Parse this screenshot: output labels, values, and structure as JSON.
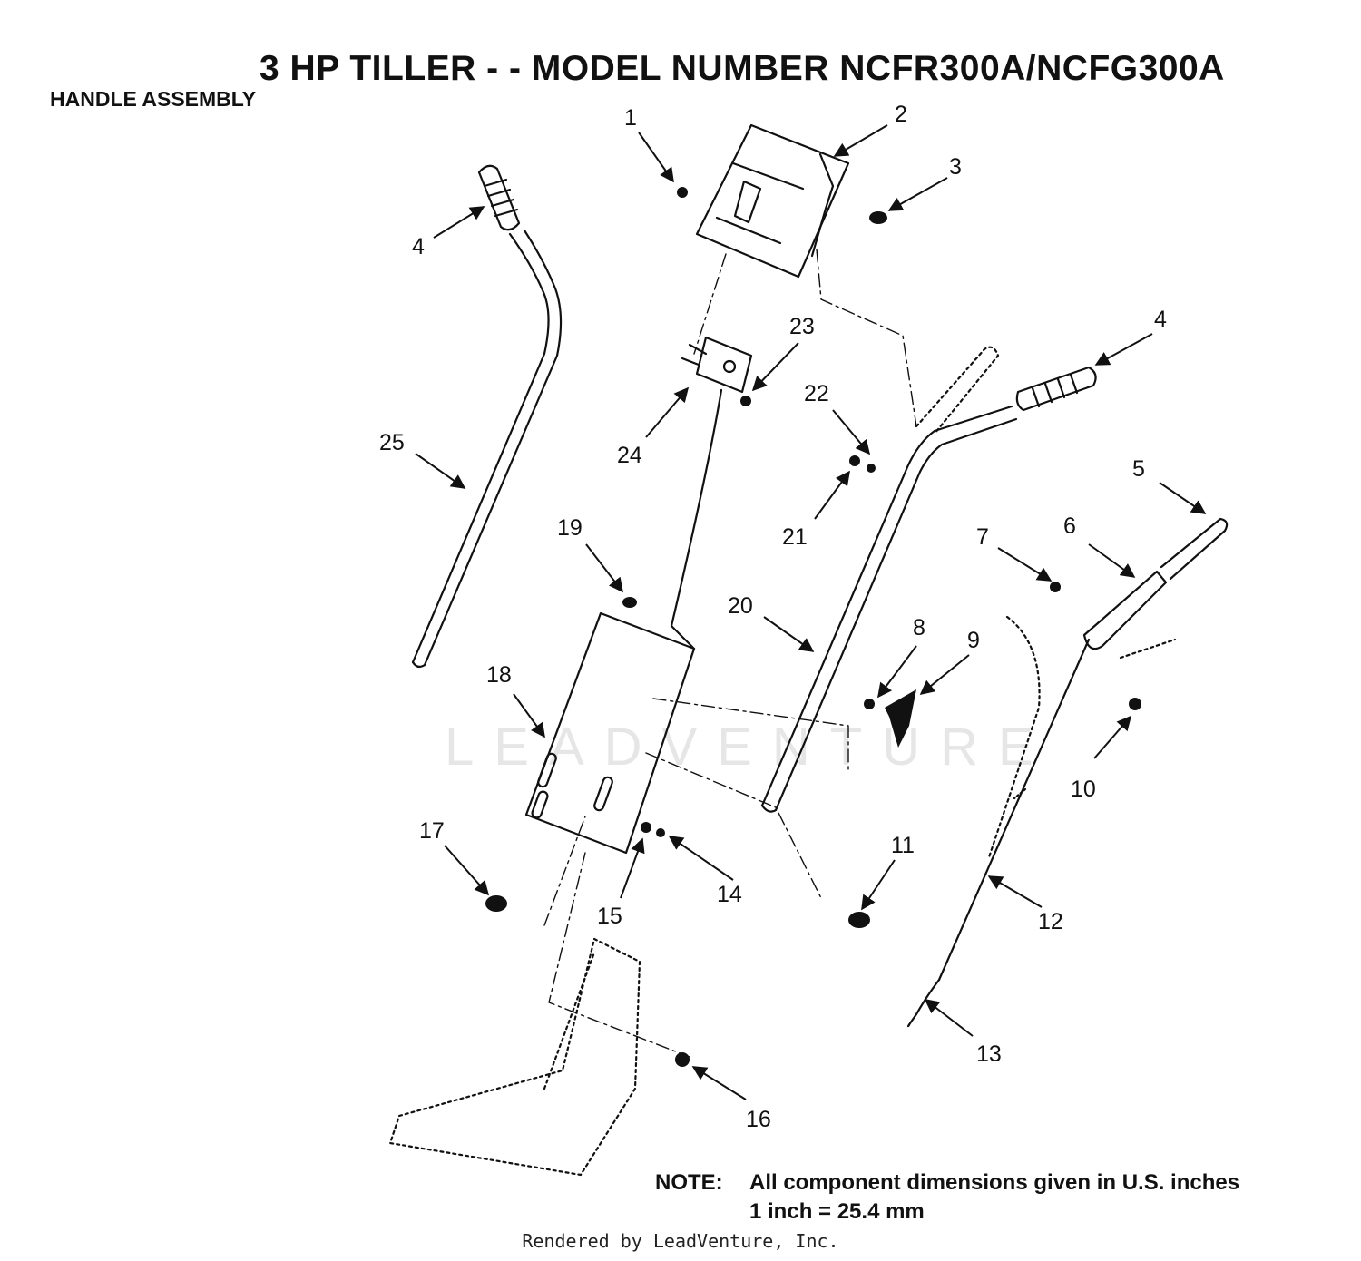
{
  "header": {
    "title": "3 HP TILLER - - MODEL NUMBER NCFR300A/NCFG300A",
    "subtitle": "HANDLE ASSEMBLY"
  },
  "callouts": [
    "1",
    "2",
    "3",
    "4",
    "4",
    "5",
    "6",
    "7",
    "8",
    "9",
    "10",
    "11",
    "12",
    "13",
    "14",
    "15",
    "16",
    "17",
    "18",
    "19",
    "20",
    "21",
    "22",
    "23",
    "24",
    "25"
  ],
  "note": {
    "label": "NOTE:",
    "line1": "All component dimensions given in U.S. inches",
    "line2": "1 inch = 25.4 mm"
  },
  "watermark": "LEADVENTURE",
  "footer": "Rendered by LeadVenture, Inc.",
  "colors": {
    "ink": "#111111",
    "watermark": "#e6e6e6"
  }
}
